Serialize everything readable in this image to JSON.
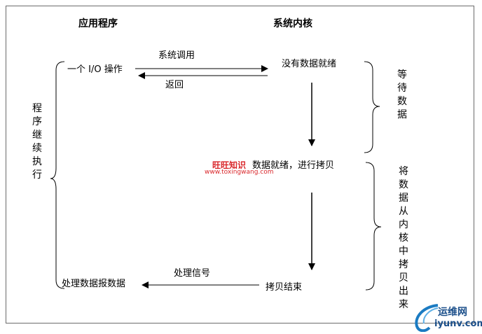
{
  "headers": {
    "app": "应用程序",
    "kernel": "系统内核"
  },
  "left": {
    "io_op": "一个 I/O 操作",
    "process": "处理数据报数据",
    "continue": "程序继续执行"
  },
  "arrows": {
    "syscall": "系统调用",
    "return": "返回",
    "signal": "处理信号"
  },
  "right": {
    "not_ready": "没有数据就绪",
    "ready_copy": "数据就绪，进行拷贝",
    "copy_done": "拷贝结束"
  },
  "phases": {
    "wait": "等待数据",
    "copy": "将数据从内核中拷贝出来"
  },
  "watermark": {
    "cn": "旺旺知识",
    "url": "www.toxingwang.com"
  },
  "logo": {
    "cn": "运维网",
    "url": "iyunv.com"
  },
  "colors": {
    "line": "#000000",
    "watermark": "#d9262a",
    "logo": "#1b4f8a"
  }
}
